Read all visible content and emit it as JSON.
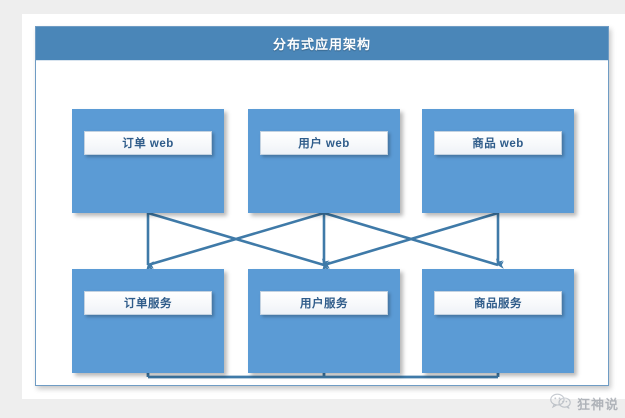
{
  "page": {
    "background_color": "#eeeeee",
    "card_background": "#ffffff"
  },
  "diagram": {
    "title": "分布式应用架构",
    "title_bar_color": "#4a86b8",
    "title_text_color": "#ffffff",
    "border_color": "#6f9cc4",
    "node_fill_color": "#5b9bd5",
    "label_text_color": "#2f5c8a",
    "connector_color": "#3f7aa8",
    "layers": [
      {
        "name": "web-layer",
        "nodes": [
          {
            "id": "order-web",
            "label": "订单 web"
          },
          {
            "id": "user-web",
            "label": "用户 web"
          },
          {
            "id": "product-web",
            "label": "商品 web"
          }
        ]
      },
      {
        "name": "service-layer",
        "nodes": [
          {
            "id": "order-service",
            "label": "订单服务"
          },
          {
            "id": "user-service",
            "label": "用户服务"
          },
          {
            "id": "product-service",
            "label": "商品服务"
          }
        ]
      }
    ],
    "connections": [
      {
        "from": "order-web",
        "to": "order-service"
      },
      {
        "from": "order-web",
        "to": "user-service"
      },
      {
        "from": "user-web",
        "to": "order-service"
      },
      {
        "from": "user-web",
        "to": "user-service"
      },
      {
        "from": "user-web",
        "to": "product-service"
      },
      {
        "from": "product-web",
        "to": "user-service"
      },
      {
        "from": "product-web",
        "to": "product-service"
      },
      {
        "from": "service-bus",
        "to": "order-service"
      },
      {
        "from": "service-bus",
        "to": "user-service"
      },
      {
        "from": "service-bus",
        "to": "product-service"
      }
    ]
  },
  "watermark": {
    "text": "狂神说",
    "icon": "wechat-logo-icon"
  }
}
